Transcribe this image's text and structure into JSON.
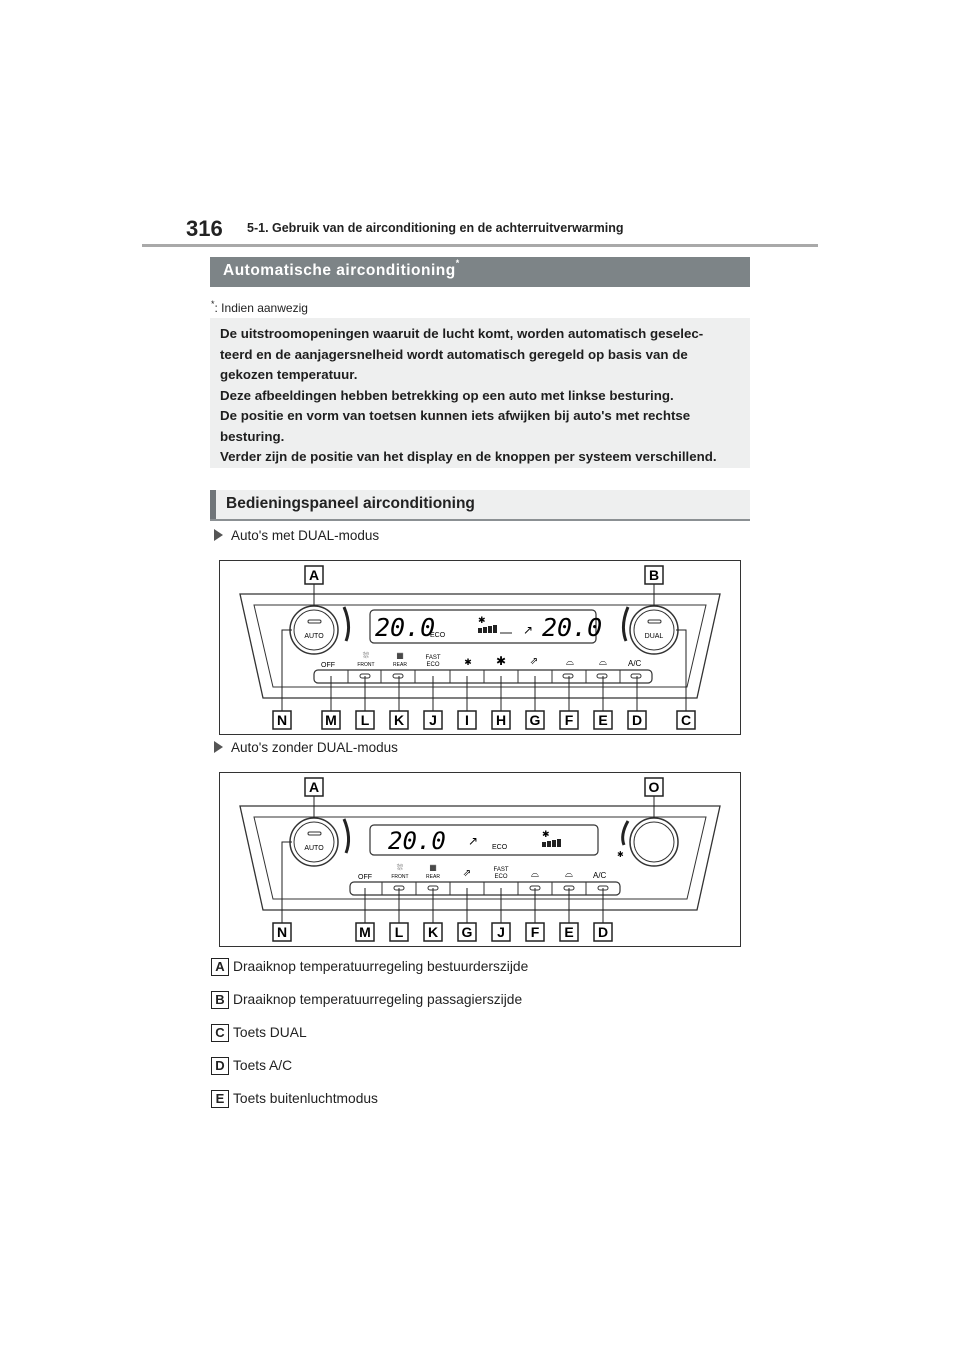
{
  "header": {
    "page_number": "316",
    "chapter": "5-1. Gebruik van de airconditioning en de achterruitverwarming"
  },
  "section": {
    "title": "Automatische airconditioning",
    "title_marker": "*",
    "footnote_marker": "*",
    "footnote": ":  Indien aanwezig"
  },
  "intro": {
    "lines": [
      "De uitstroomopeningen waaruit de lucht komt, worden automatisch geselec-",
      "teerd en de aanjagersnelheid wordt automatisch geregeld op basis van de",
      "gekozen temperatuur.",
      "Deze afbeeldingen hebben betrekking op een auto met linkse besturing.",
      "De positie en vorm van toetsen kunnen iets afwijken bij auto's met rechtse",
      "besturing.",
      "Verder zijn de positie van het display en de knoppen per systeem verschillend."
    ]
  },
  "subsection": {
    "title": "Bedieningspaneel airconditioning"
  },
  "variants": {
    "dual": "Auto's met DUAL-modus",
    "nodual": "Auto's zonder DUAL-modus"
  },
  "panel": {
    "temp": "20.0",
    "eco": "ECO",
    "auto": "AUTO",
    "dual": "DUAL",
    "off": "OFF",
    "front": "FRONT",
    "rear": "REAR",
    "fast": "FAST",
    "fast_eco": "ECO",
    "ac": "A/C"
  },
  "callouts": {
    "dual_top": [
      "A",
      "B"
    ],
    "dual_bottom": [
      "N",
      "M",
      "L",
      "K",
      "J",
      "I",
      "H",
      "G",
      "F",
      "E",
      "D",
      "C"
    ],
    "nodual_top": [
      "A",
      "O"
    ],
    "nodual_bottom": [
      "N",
      "M",
      "L",
      "K",
      "G",
      "J",
      "F",
      "E",
      "D"
    ]
  },
  "legend": [
    {
      "key": "A",
      "text": "Draaiknop temperatuurregeling bestuurderszijde"
    },
    {
      "key": "B",
      "text": "Draaiknop temperatuurregeling passagierszijde"
    },
    {
      "key": "C",
      "text": "Toets DUAL"
    },
    {
      "key": "D",
      "text": "Toets A/C"
    },
    {
      "key": "E",
      "text": "Toets buitenluchtmodus"
    }
  ]
}
